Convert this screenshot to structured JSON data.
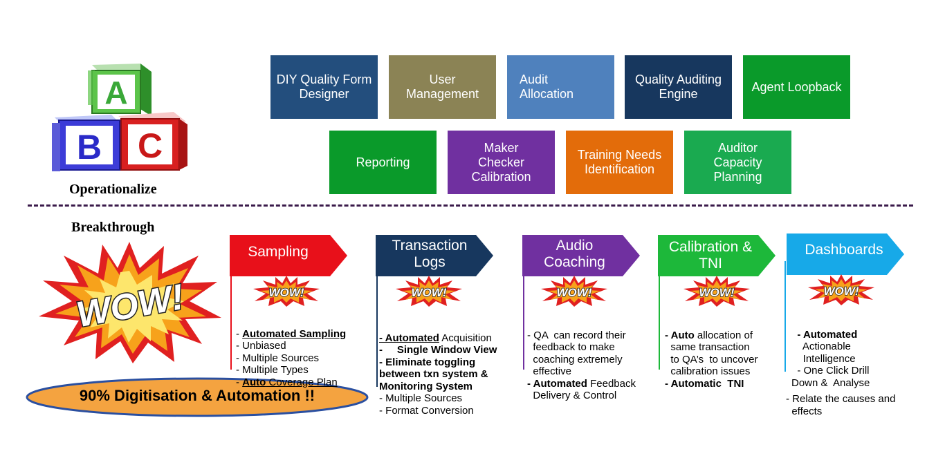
{
  "top": {
    "section_label": "Operationalize",
    "blocks_letters": [
      "A",
      "B",
      "C"
    ],
    "boxes": [
      {
        "label": "DIY Quality Form Designer",
        "color": "#234e7d"
      },
      {
        "label": "User Management",
        "color": "#8b8355"
      },
      {
        "label": "Audit Allocation",
        "color": "#4f81bd"
      },
      {
        "label": "Quality Auditing Engine",
        "color": "#17375e"
      },
      {
        "label": "Agent Loopback",
        "color": "#0a9a2a"
      },
      {
        "label": "Reporting",
        "color": "#0a9a2a"
      },
      {
        "label": "Maker Checker Calibration",
        "color": "#7030a0"
      },
      {
        "label": "Training Needs Identification",
        "color": "#e36c0a"
      },
      {
        "label": "Auditor Capacity Planning",
        "color": "#1aaa50"
      }
    ]
  },
  "bottom": {
    "section_label": "Breakthrough",
    "wow_text": "WOW!",
    "small_wow_text": "WOW!",
    "banner": "90% Digitisation & Automation !!",
    "columns": [
      {
        "title": "Sampling",
        "color": "#e8101a",
        "lines": [
          "- ",
          "Automated Sampling",
          "- Unbiased",
          "- Multiple Sources",
          "- Multiple Types",
          "- ",
          "Auto",
          " Coverage Plan"
        ]
      },
      {
        "title": "Transaction Logs",
        "color": "#17375e",
        "lines": [
          "- Automated",
          " Acquisition",
          "-     Single Window View",
          "- Eliminate toggling",
          "between txn system &",
          "Monitoring System",
          "- Multiple Sources",
          "- Format Conversion"
        ]
      },
      {
        "title": "Audio Coaching",
        "color": "#7030a0",
        "lines": [
          "- QA  can record their",
          "  feedback to make",
          "  coaching extremely",
          "  effective",
          "- Automated",
          " Feedback",
          "  Delivery & Control"
        ]
      },
      {
        "title": "Calibration & TNI",
        "color": "#1db83a",
        "lines": [
          "- Auto",
          " allocation of",
          "  same transaction",
          "  to QA’s  to uncover",
          "  calibration issues",
          "- Automatic  TNI"
        ]
      },
      {
        "title": "Dashboards",
        "color": "#17a9e8",
        "lines": [
          "  - Automated",
          "    Actionable",
          "    Intelligence",
          "  - One Click Drill",
          "Down &  Analyse",
          "- Relate the causes and",
          "  effects"
        ]
      }
    ]
  }
}
